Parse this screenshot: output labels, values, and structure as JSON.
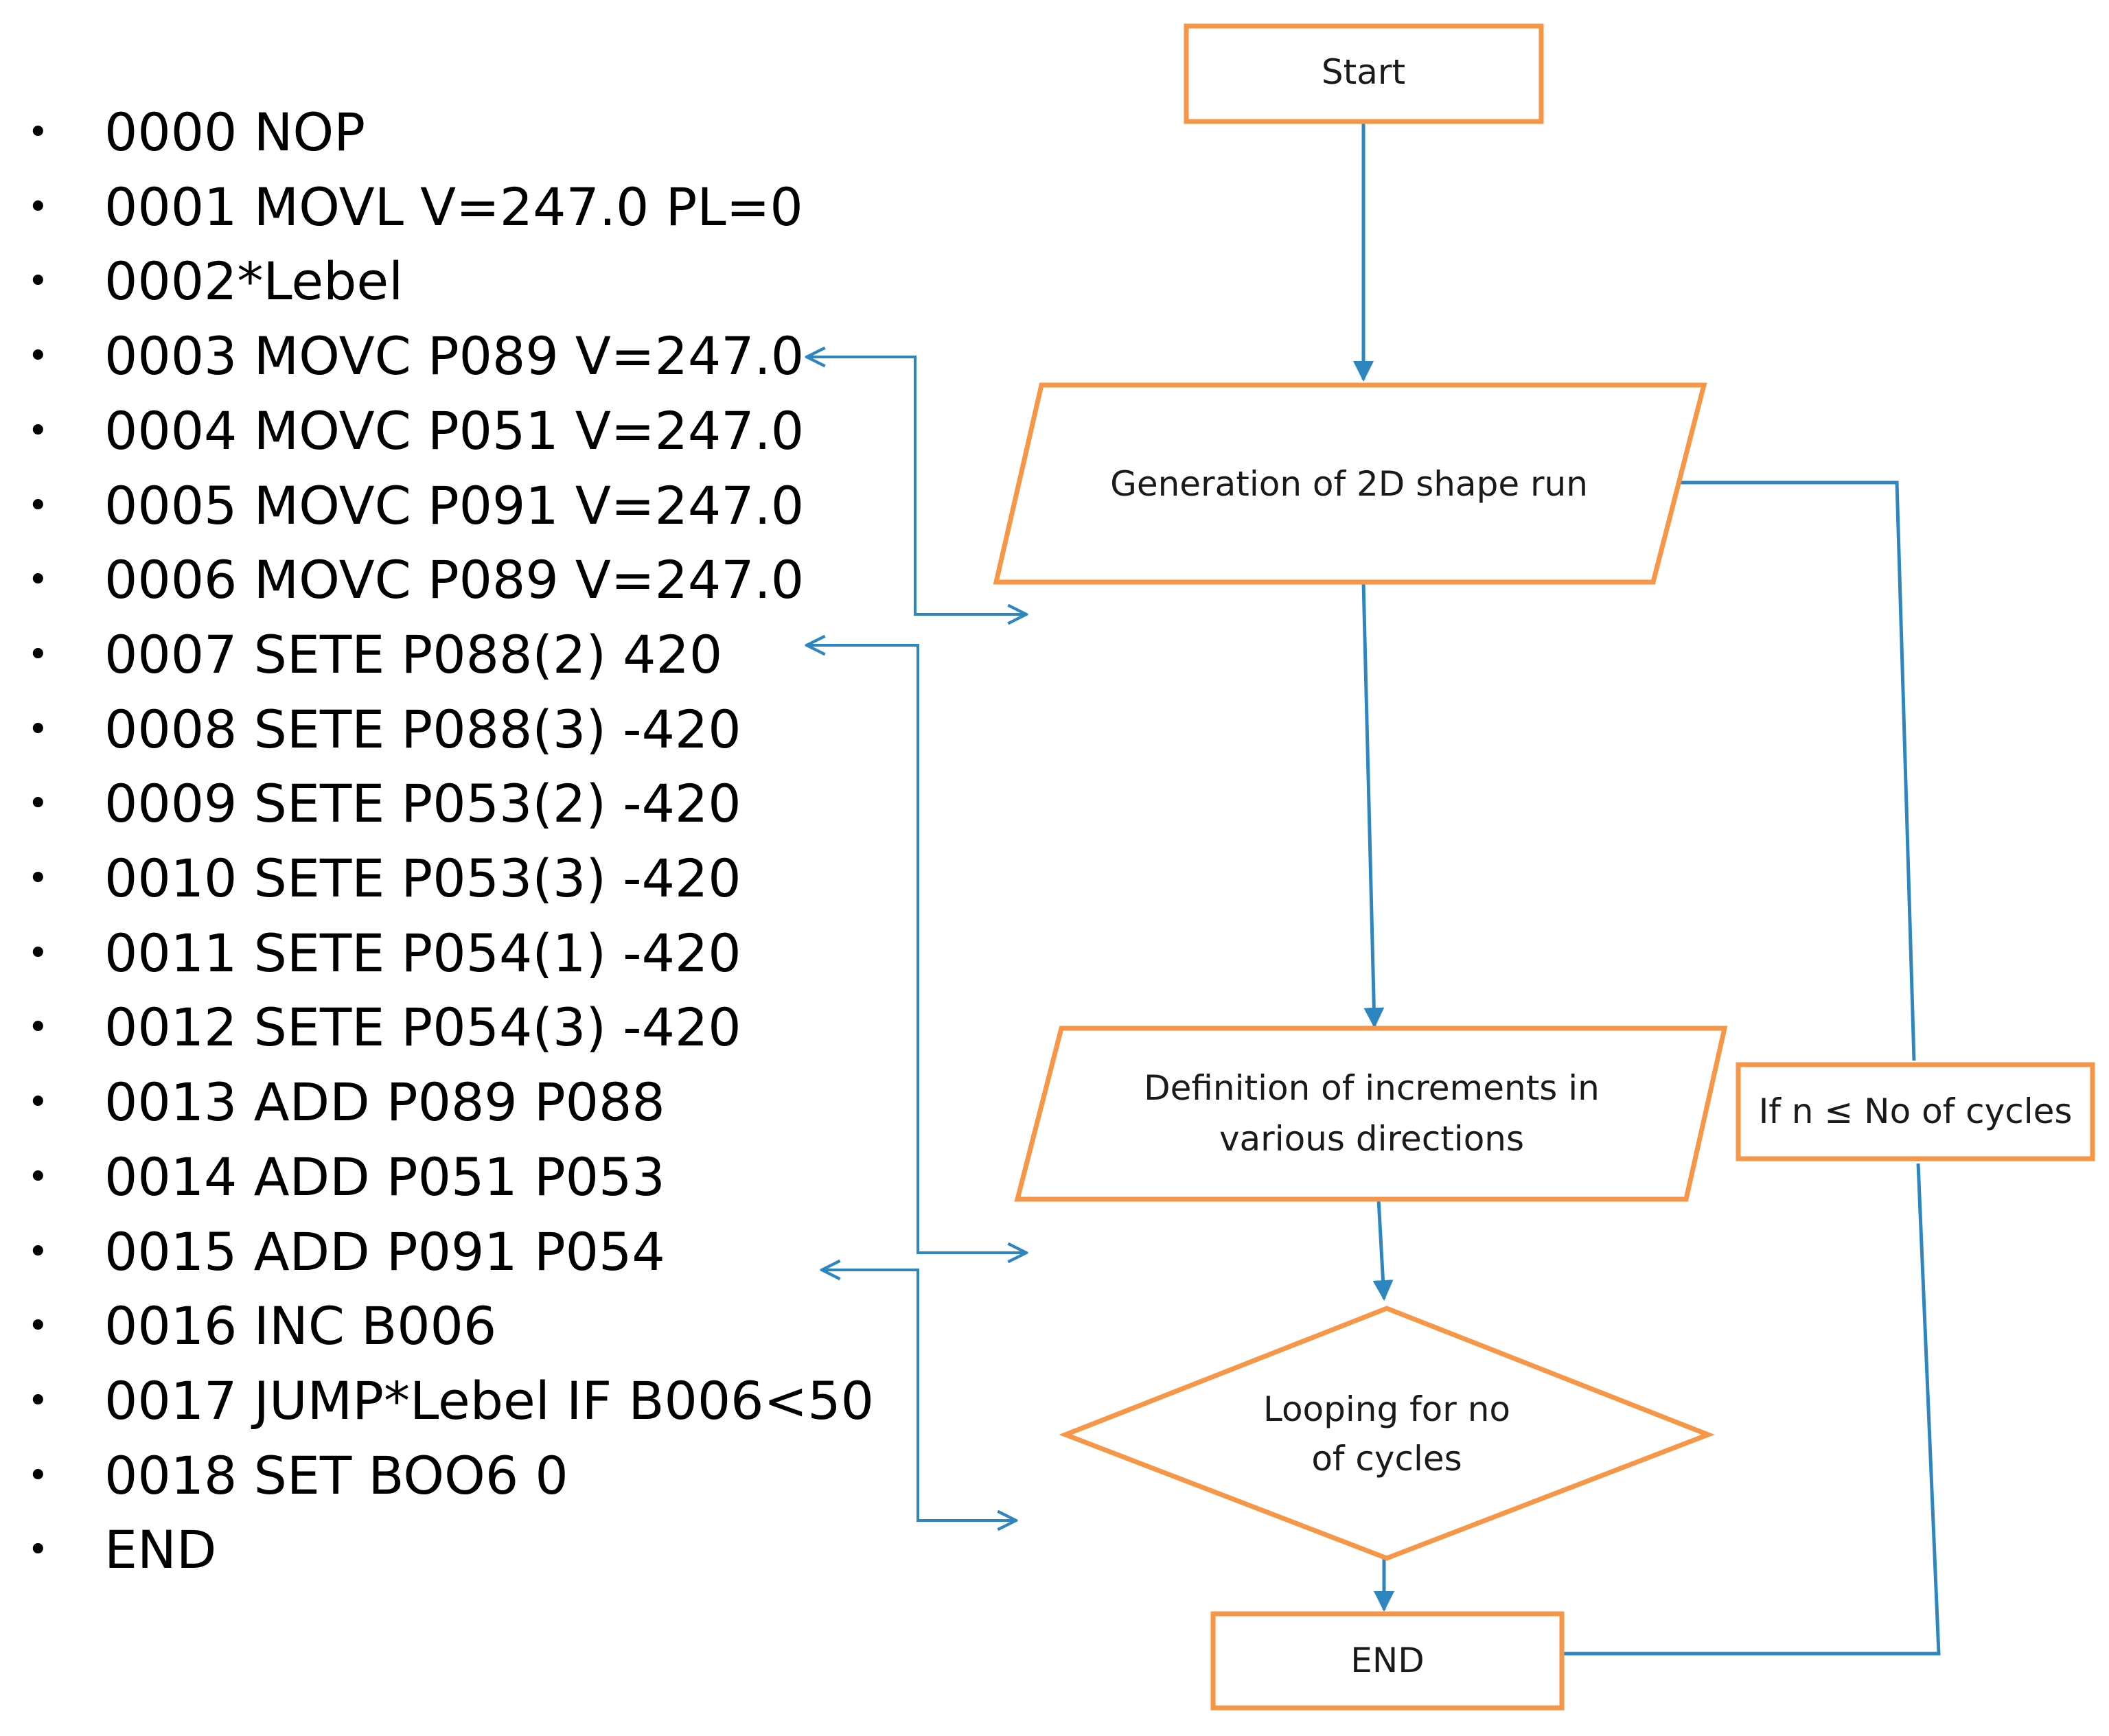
{
  "program": {
    "lines": [
      "0000 NOP",
      "0001 MOVL V=247.0 PL=0",
      "0002*Lebel",
      "0003 MOVC P089 V=247.0",
      "0004 MOVC P051 V=247.0",
      "0005 MOVC P091 V=247.0",
      "0006 MOVC P089 V=247.0",
      "0007 SETE P088(2) 420",
      "0008 SETE P088(3) -420",
      "0009 SETE P053(2) -420",
      "0010 SETE P053(3) -420",
      "0011 SETE P054(1) -420",
      "0012 SETE P054(3) -420",
      "0013 ADD P089 P088",
      "0014 ADD P051 P053",
      "0015 ADD P091 P054",
      "0016 INC B006",
      "0017 JUMP*Lebel IF B006<50",
      "0018 SET BOO6 0",
      "END"
    ]
  },
  "flowchart": {
    "start": "Start",
    "generation": "Generation of 2D shape run",
    "definition": [
      "Definition of increments in",
      "various directions"
    ],
    "looping": [
      "Looping for no",
      "of cycles"
    ],
    "end": "END",
    "condition": "If n ≤ No of cycles"
  },
  "colors": {
    "shape_stroke": "#F79646",
    "arrow": "#2E86C1",
    "text": "#000000"
  }
}
